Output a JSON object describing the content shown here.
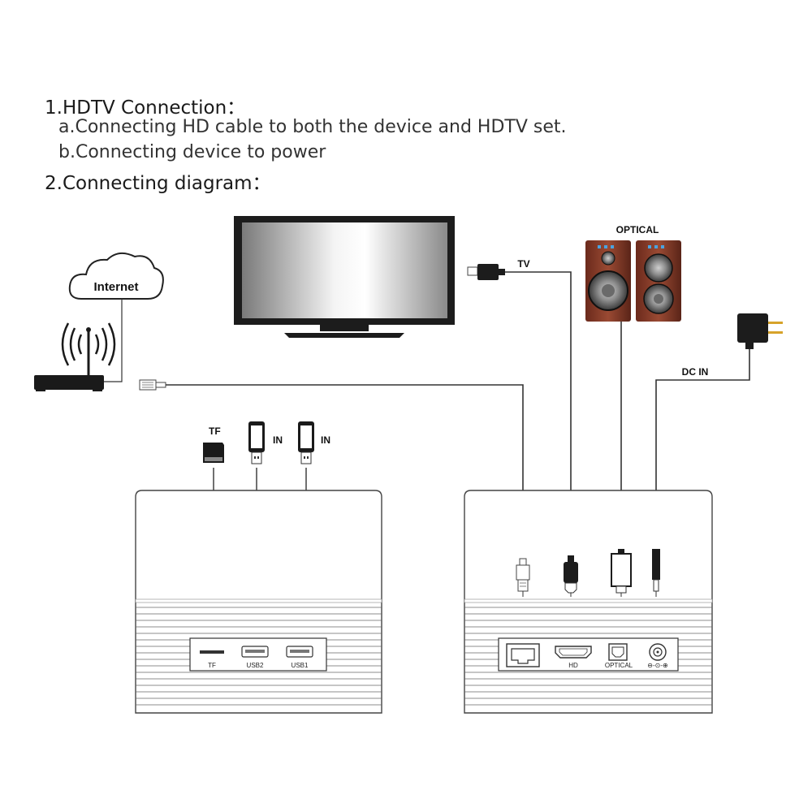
{
  "instructions": {
    "heading1": "1.HDTV Connection：",
    "step_a": "a.Connecting HD cable to both the device and HDTV set.",
    "step_b": "b.Connecting device to power",
    "heading2": "2.Connecting diagram："
  },
  "labels": {
    "internet": "Internet",
    "tv": "TV",
    "optical": "OPTICAL",
    "dc_in": "DC IN",
    "tf": "TF",
    "in1": "IN",
    "in2": "IN"
  },
  "left_panel_ports": {
    "tf": "TF",
    "usb2": "USB2",
    "usb1": "USB1"
  },
  "right_panel_ports": {
    "hd": "HD",
    "optical": "OPTICAL",
    "dc": "⊖-⊙-⊕"
  }
}
